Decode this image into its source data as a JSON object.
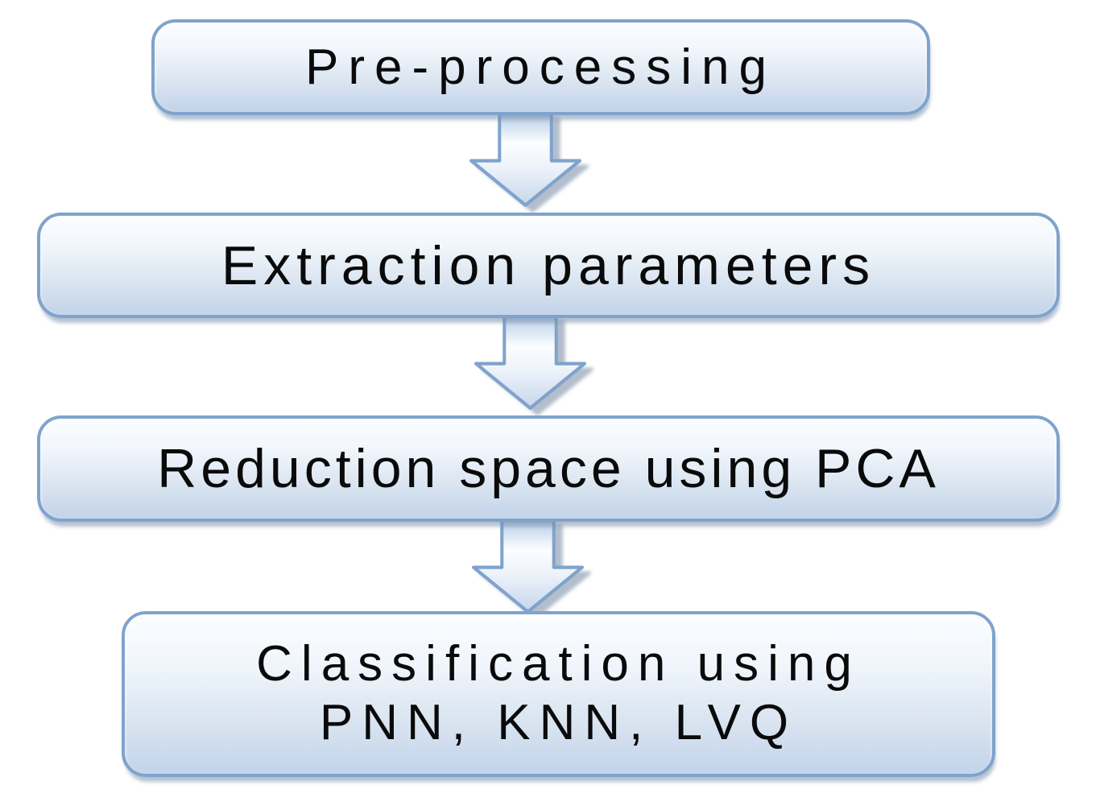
{
  "flowchart": {
    "background": "#ffffff",
    "steps": [
      {
        "id": "pre-processing",
        "lines": [
          "Pre-processing"
        ]
      },
      {
        "id": "extraction-parameters",
        "lines": [
          "Extraction parameters"
        ]
      },
      {
        "id": "reduction-space-pca",
        "lines": [
          "Reduction space using PCA"
        ]
      },
      {
        "id": "classification",
        "lines": [
          "Classification using",
          "PNN, KNN, LVQ"
        ]
      }
    ],
    "connectors": [
      {
        "from": "pre-processing",
        "to": "extraction-parameters",
        "shape": "block-down-arrow"
      },
      {
        "from": "extraction-parameters",
        "to": "reduction-space-pca",
        "shape": "block-down-arrow"
      },
      {
        "from": "reduction-space-pca",
        "to": "classification",
        "shape": "block-down-arrow"
      }
    ],
    "colors": {
      "box_border": "#7fa3cc",
      "box_fill_top": "#fbfdff",
      "box_fill_bottom": "#c2d3e9",
      "arrow_border": "#7fa3cc",
      "arrow_fill_top": "#b7cde6",
      "arrow_fill_mid": "#fbfdff",
      "arrow_fill_bottom": "#c6d6eb",
      "shadow": "#8ba3c2",
      "text": "#000000"
    }
  }
}
